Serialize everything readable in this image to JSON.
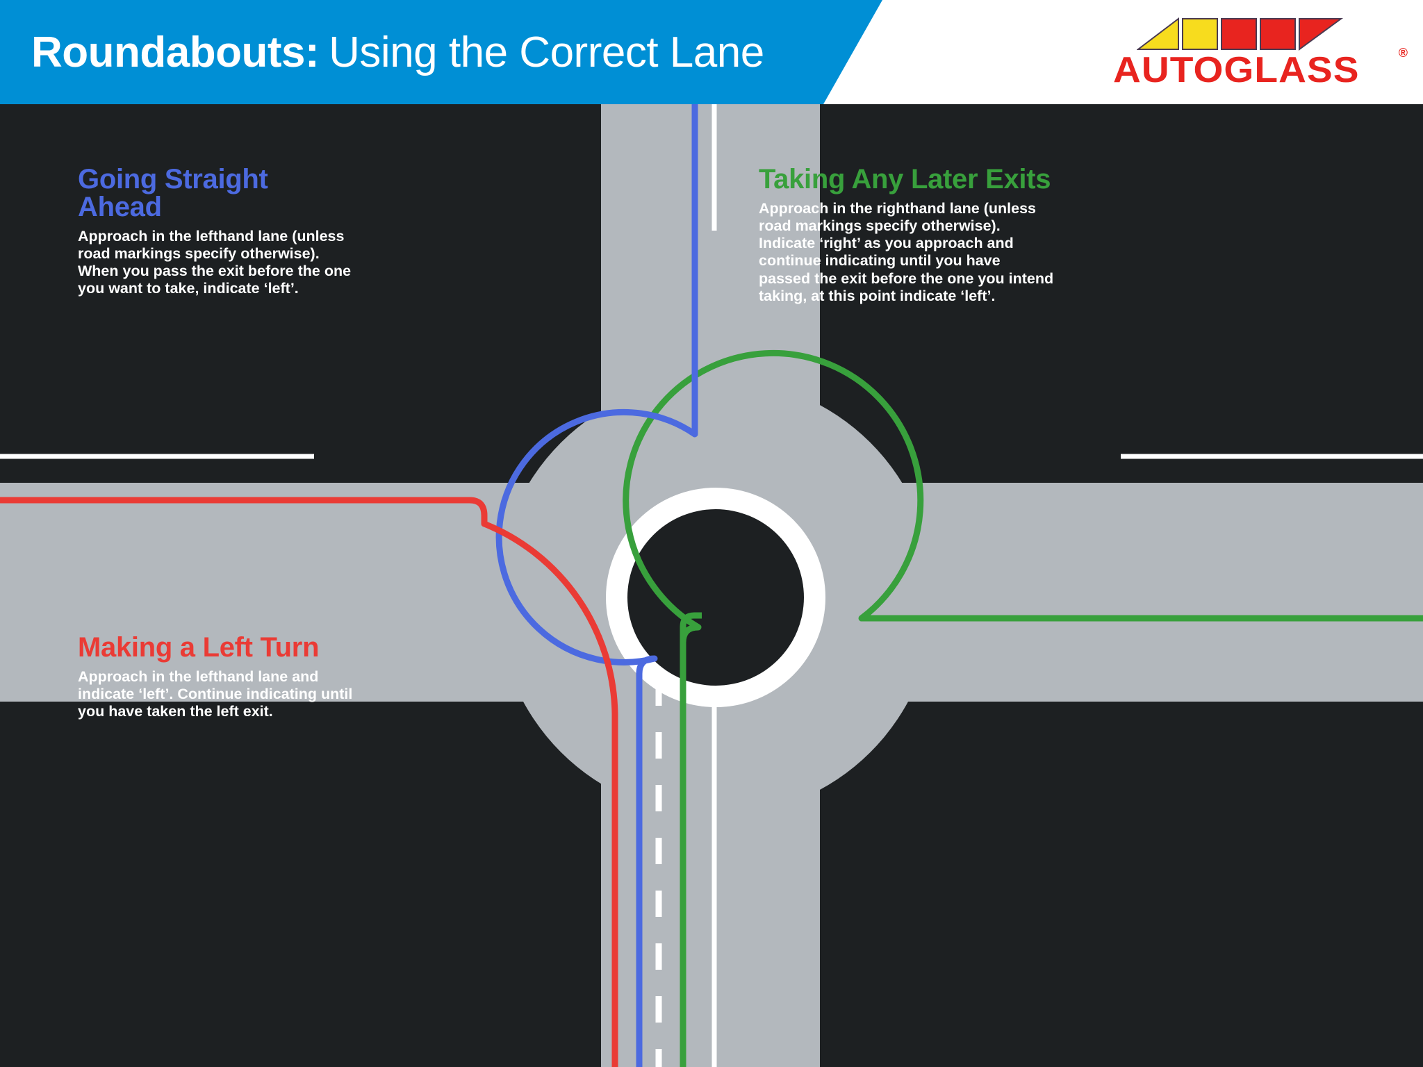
{
  "header": {
    "title_bold": "Roundabouts:",
    "title_light": "Using the Correct Lane",
    "logo": {
      "wordmark": "AUTOGLASS",
      "registered_mark": "®",
      "mark_name": "autoglass-chevron-mark",
      "colors": {
        "yellow": "#f7dc1e",
        "red": "#e8241f",
        "outline": "#4a3b52"
      }
    },
    "colors": {
      "band": "#008fd5",
      "band_text": "#ffffff",
      "background": "#ffffff"
    }
  },
  "sections": [
    {
      "id": "going-straight-ahead",
      "heading": "Going Straight Ahead",
      "body": "Approach in the lefthand lane (unless road markings specify otherwise). When you pass the exit before the one you want to take, indicate ‘left’.",
      "color": "#4c6ae0"
    },
    {
      "id": "taking-any-later-exits",
      "heading": "Taking Any Later Exits",
      "body": "Approach in the righthand lane (unless road markings specify otherwise). Indicate ‘right’ as you approach and continue indicating until you have passed the exit before the one you intend taking, at this point indicate ‘left’.",
      "color": "#38a03c"
    },
    {
      "id": "making-a-left-turn",
      "heading": "Making a Left Turn",
      "body": "Approach in the lefthand lane and indicate ‘left’. Continue indicating until you have taken the left exit.",
      "color": "#ea3b35"
    }
  ],
  "diagram": {
    "name": "roundabout-lane-diagram",
    "background": "#1d2022",
    "road_surface": "#b3b8bd",
    "lane_marking": "#ffffff",
    "island_ring": "#ffffff",
    "island_fill": "#1d2022",
    "routes": [
      {
        "name": "straight-ahead-route",
        "color": "#4c6ae0",
        "entry": "south",
        "exit": "north"
      },
      {
        "name": "later-exit-route",
        "color": "#38a03c",
        "entry": "south",
        "exit": "east"
      },
      {
        "name": "left-turn-route",
        "color": "#ea3b35",
        "entry": "south",
        "exit": "west"
      }
    ],
    "arms": [
      "north",
      "east",
      "south",
      "west"
    ]
  }
}
